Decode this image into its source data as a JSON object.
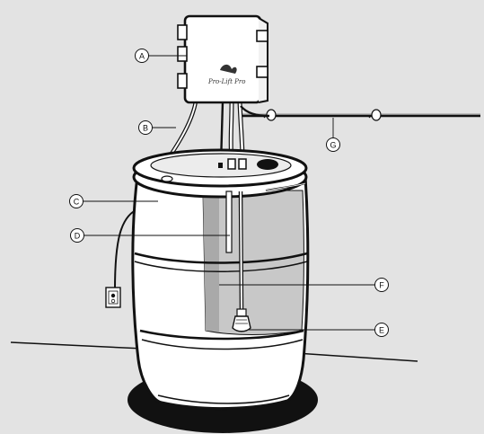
{
  "colors": {
    "background": "#e3e3e3",
    "outline": "#111111",
    "panel": "#ffffff",
    "shade": "#c4c4c4",
    "dark_shade": "#9a9a9a",
    "base": "#111111"
  },
  "controller": {
    "logo_text": "Pro-Lift Pro"
  },
  "callouts": [
    {
      "letter": "A",
      "part": "controller"
    },
    {
      "letter": "B",
      "part": "controller-cable"
    },
    {
      "letter": "C",
      "part": "barrel"
    },
    {
      "letter": "D",
      "part": "float-switch-tube"
    },
    {
      "letter": "E",
      "part": "pump"
    },
    {
      "letter": "F",
      "part": "pump-hose"
    },
    {
      "letter": "G",
      "part": "irrigation-line"
    }
  ]
}
